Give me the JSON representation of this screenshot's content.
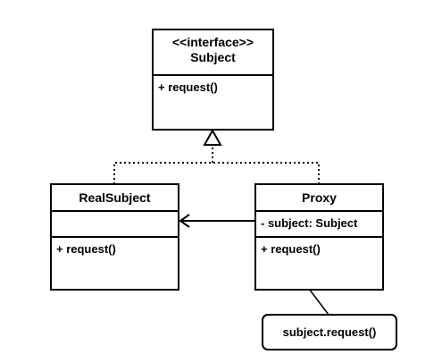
{
  "subject": {
    "stereotype": "<<interface>>",
    "name": "Subject",
    "methods": [
      "+ request()"
    ]
  },
  "real_subject": {
    "name": "RealSubject",
    "fields": [],
    "methods": [
      "+ request()"
    ]
  },
  "proxy": {
    "name": "Proxy",
    "fields": [
      "- subject: Subject"
    ],
    "methods": [
      "+ request()"
    ]
  },
  "note": {
    "text": "subject.request()"
  },
  "relationships": [
    {
      "from": "RealSubject",
      "to": "Subject",
      "kind": "realization"
    },
    {
      "from": "Proxy",
      "to": "Subject",
      "kind": "realization"
    },
    {
      "from": "Proxy",
      "to": "RealSubject",
      "kind": "association"
    },
    {
      "from": "note",
      "to": "Proxy.request()",
      "kind": "note-anchor"
    }
  ],
  "colors": {
    "stroke": "#000000",
    "fill": "#ffffff"
  }
}
